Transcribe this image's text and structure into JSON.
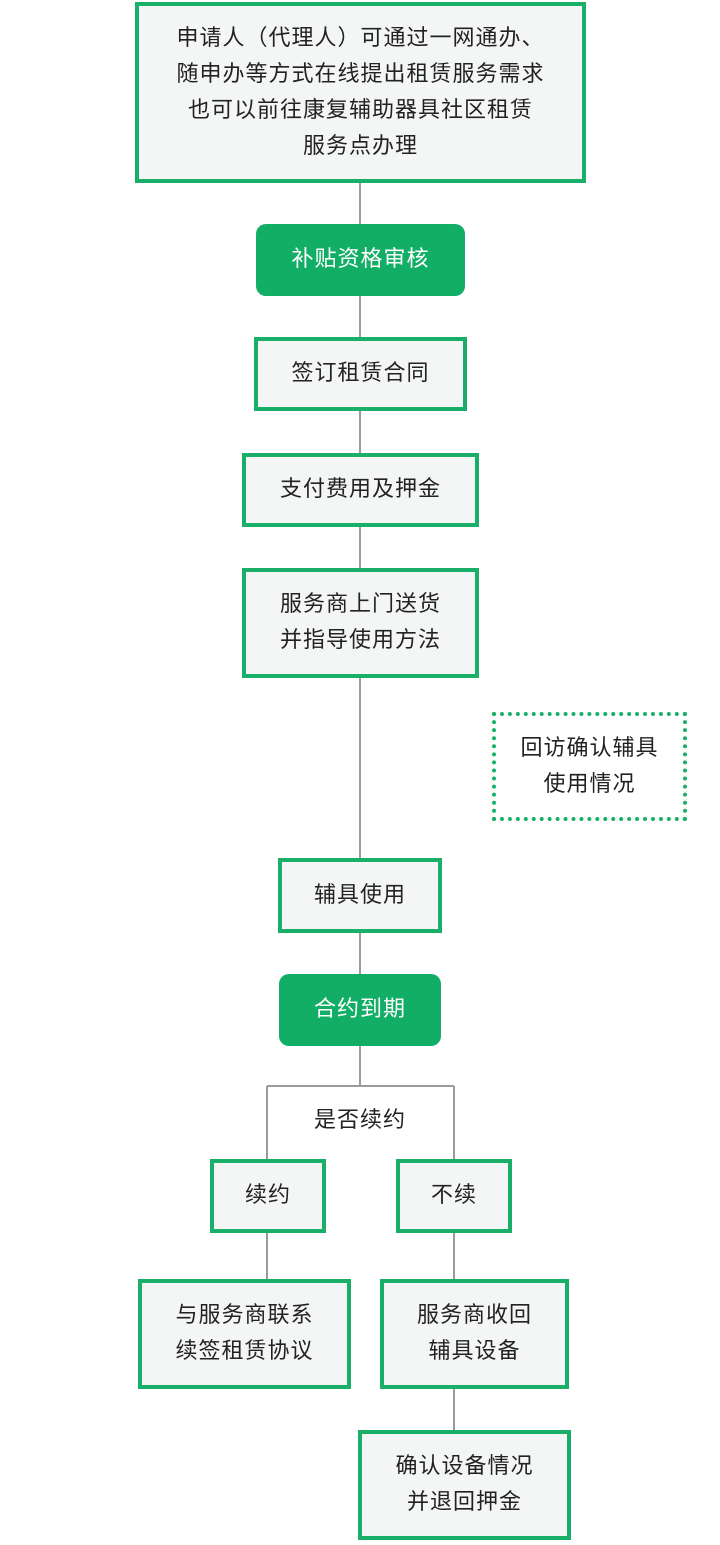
{
  "nodes": {
    "apply": {
      "lines": [
        "申请人（代理人）可通过一网通办、",
        "随申办等方式在线提出租赁服务需求",
        "也可以前往康复辅助器具社区租赁",
        "服务点办理"
      ]
    },
    "subsidy_review": {
      "lines": [
        "补贴资格审核"
      ]
    },
    "sign_contract": {
      "lines": [
        "签订租赁合同"
      ]
    },
    "pay": {
      "lines": [
        "支付费用及押金"
      ]
    },
    "delivery": {
      "lines": [
        "服务商上门送货",
        "并指导使用方法"
      ]
    },
    "follow_up": {
      "lines": [
        "回访确认辅具",
        "使用情况"
      ]
    },
    "use": {
      "lines": [
        "辅具使用"
      ]
    },
    "expire": {
      "lines": [
        "合约到期"
      ]
    },
    "renew_question": "是否续约",
    "renew": {
      "lines": [
        "续约"
      ]
    },
    "not_renew": {
      "lines": [
        "不续"
      ]
    },
    "contact": {
      "lines": [
        "与服务商联系",
        "续签租赁协议"
      ]
    },
    "recover": {
      "lines": [
        "服务商收回",
        "辅具设备"
      ]
    },
    "confirm": {
      "lines": [
        "确认设备情况",
        "并退回押金"
      ]
    }
  },
  "colors": {
    "accent": "#1aaf68",
    "pill": "#13ae66",
    "box_fill": "#f4f5f5",
    "connector": "#9b9b9b"
  }
}
